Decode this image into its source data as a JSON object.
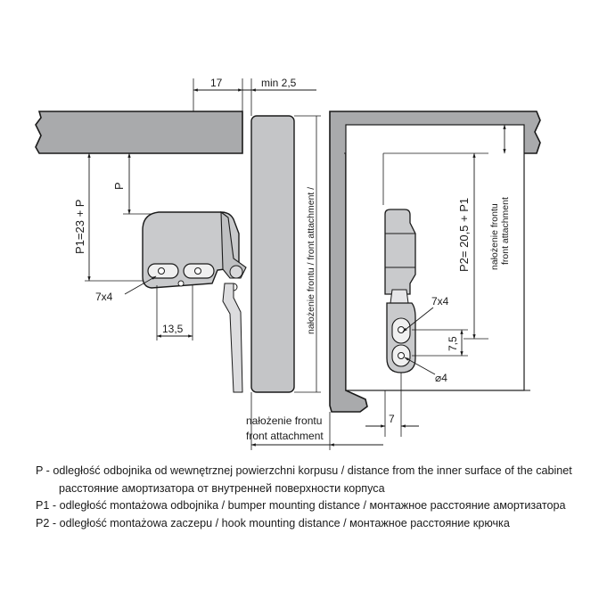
{
  "dimensions": {
    "d17": "17",
    "min25": "min 2,5",
    "p1": "P1=23 + P",
    "p": "P",
    "hole_left": "7x4",
    "d135": "13,5",
    "front_attachment_vertical": "nałożenie frontu / front attachment /",
    "p2": "P2= 20,5 + P1",
    "front_attachment_right_pl": "nałożenie frontu",
    "front_attachment_right_en": "front attachment",
    "hole_right": "7x4",
    "d75": "7,5",
    "diam4": "⌀4",
    "d7": "7",
    "front_attachment_bottom_pl": "nałożenie frontu",
    "front_attachment_bottom_en": "front attachment"
  },
  "legend": {
    "line1": "P   - odległość odbojnika od wewnętrznej powierzchni korpusu / distance from the inner surface of the cabinet",
    "line2": "расстояние амортизатора от внутренней поверхности корпуса",
    "line3": "P1 - odległość montażowa odbojnika / bumper mounting distance / монтажное расстояние амортизатора",
    "line4": "P2 - odległość montażowa zaczepu / hook mounting distance / монтажное расстояние крючка"
  },
  "colors": {
    "panel": "#a9aaac",
    "panel_dark": "#929395",
    "front": "#c4c5c7",
    "part": "#c9cacc",
    "line": "#1a1a1a"
  }
}
